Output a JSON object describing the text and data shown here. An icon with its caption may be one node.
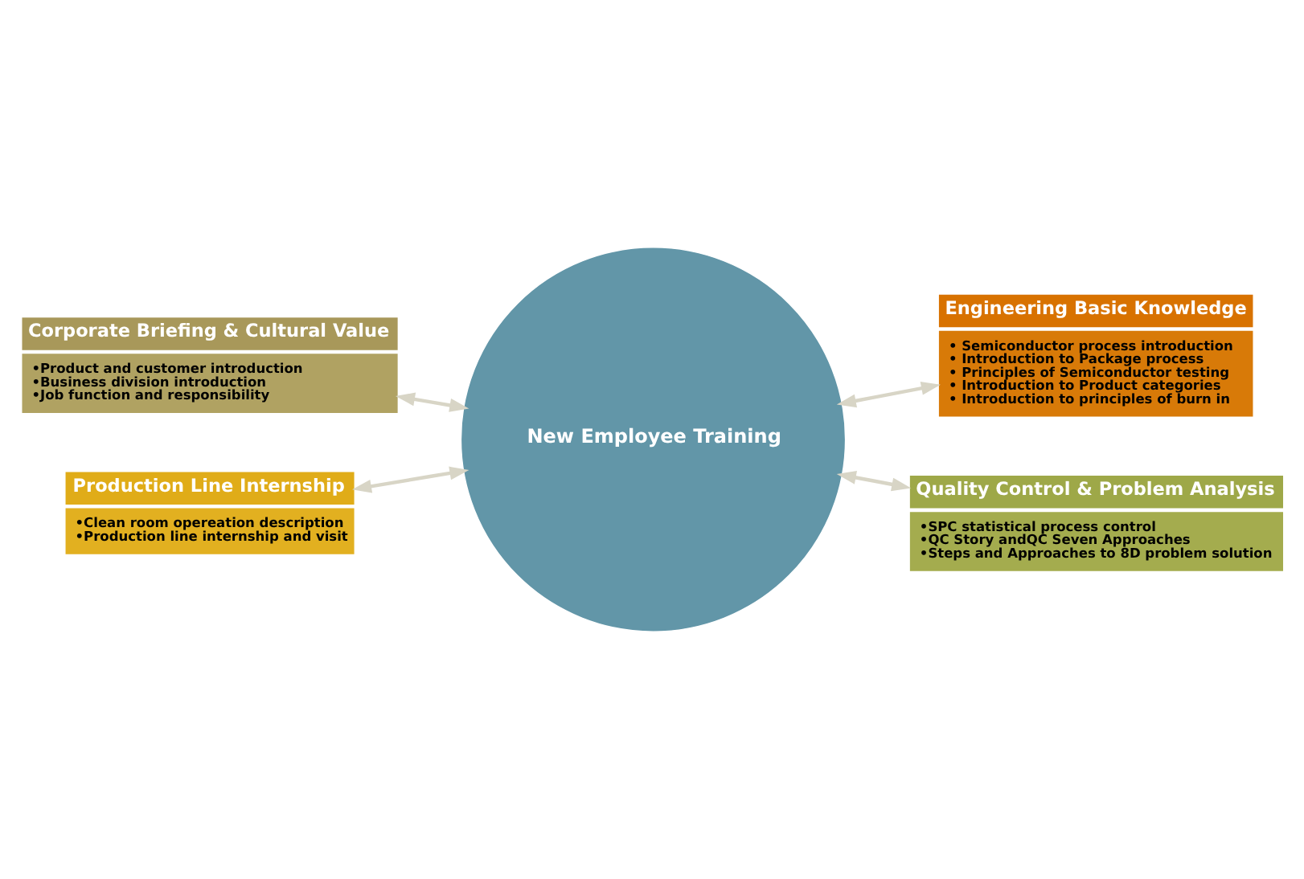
{
  "diagram": {
    "nodes": [
      {
        "text": [
          "Corporate Briefing & Cultural Value",
          "•Product and customer introduction",
          "•Business division introduction",
          "•Job function and responsibility"
        ]
      },
      {
        "text": [
          "Engineering Basic Knowledge",
          "• Semiconductor process introduction",
          "• Introduction to Package process",
          "• Principles of Semiconductor testing",
          "• Introduction to Product categories",
          "• Introduction to principles of burn in"
        ]
      },
      {
        "text": [
          "New Employee Training"
        ]
      },
      {
        "text": [
          "Production Line Internship",
          "•Clean room opereation description",
          "•Production line internship and visit"
        ]
      },
      {
        "text": [
          "Quality Control & Problem Analysis",
          "•SPC statistical process control",
          "•QC Story andQC Seven Approaches",
          "•Steps and Approaches to 8D problem solution"
        ]
      }
    ],
    "edges": [
      {
        "from": 0,
        "to": 2,
        "arrow": "both"
      },
      {
        "from": 2,
        "to": 1,
        "arrow": "both"
      },
      {
        "from": 3,
        "to": 2,
        "arrow": "both"
      },
      {
        "from": 2,
        "to": 4,
        "arrow": "both"
      }
    ]
  }
}
